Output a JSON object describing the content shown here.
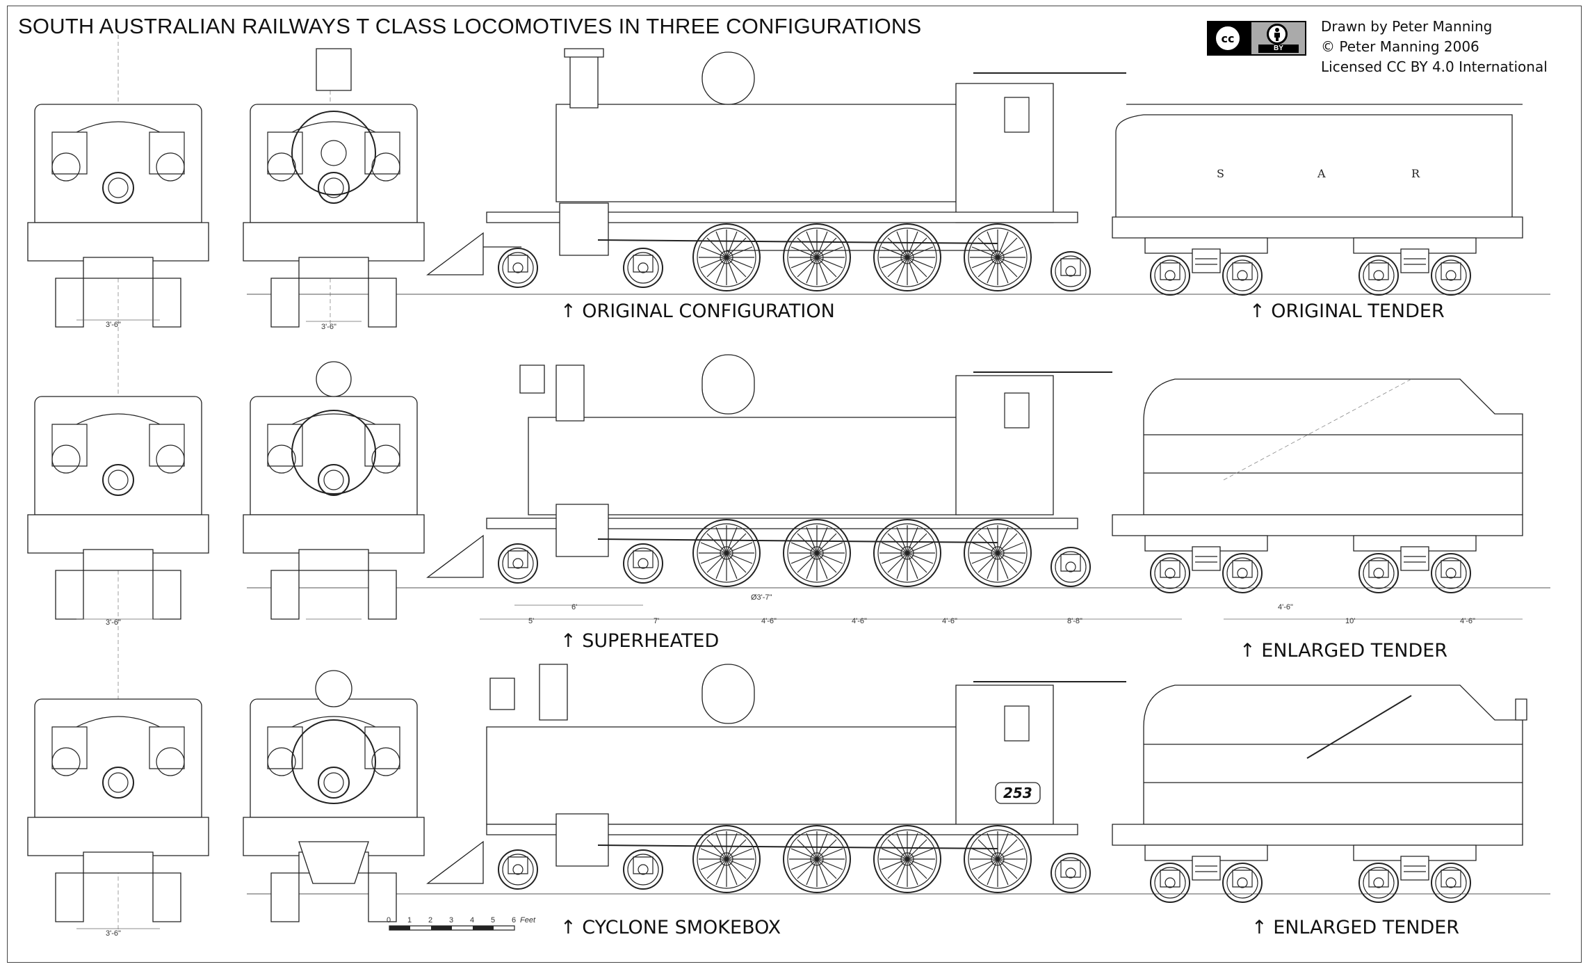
{
  "title": "SOUTH AUSTRALIAN RAILWAYS T CLASS LOCOMOTIVES IN THREE CONFIGURATIONS",
  "credits": {
    "line1": "Drawn by Peter Manning",
    "line2": "© Peter Manning 2006",
    "line3": "Licensed CC BY 4.0 International"
  },
  "license_badge": {
    "cc": "cc",
    "by": "BY"
  },
  "rows": [
    {
      "loco_caption": "↑ ORIGINAL CONFIGURATION",
      "tender_caption": "↑ ORIGINAL TENDER",
      "tender_letters": [
        "S",
        "A",
        "R"
      ],
      "gauge_label_front": "3'-6\"",
      "gauge_label_rear": "3'-6\""
    },
    {
      "loco_caption": "↑ SUPERHEATED",
      "tender_caption": "↑ ENLARGED TENDER",
      "gauge_label_front": "3'-6\"",
      "wheel_dia": "Ø3'-7\"",
      "dims": [
        "5'",
        "6'",
        "7'",
        "4'-6\"",
        "4'-6\"",
        "4'-6\"",
        "8'-8\"",
        "4'-6\"",
        "10'",
        "4'-6\""
      ]
    },
    {
      "loco_caption": "↑ CYCLONE SMOKEBOX",
      "tender_caption": "↑ ENLARGED TENDER",
      "gauge_label_front": "3'-6\"",
      "engine_number": "253"
    }
  ],
  "scale_bar": {
    "ticks": [
      "0",
      "1",
      "2",
      "3",
      "4",
      "5",
      "6"
    ],
    "unit": "Feet"
  }
}
